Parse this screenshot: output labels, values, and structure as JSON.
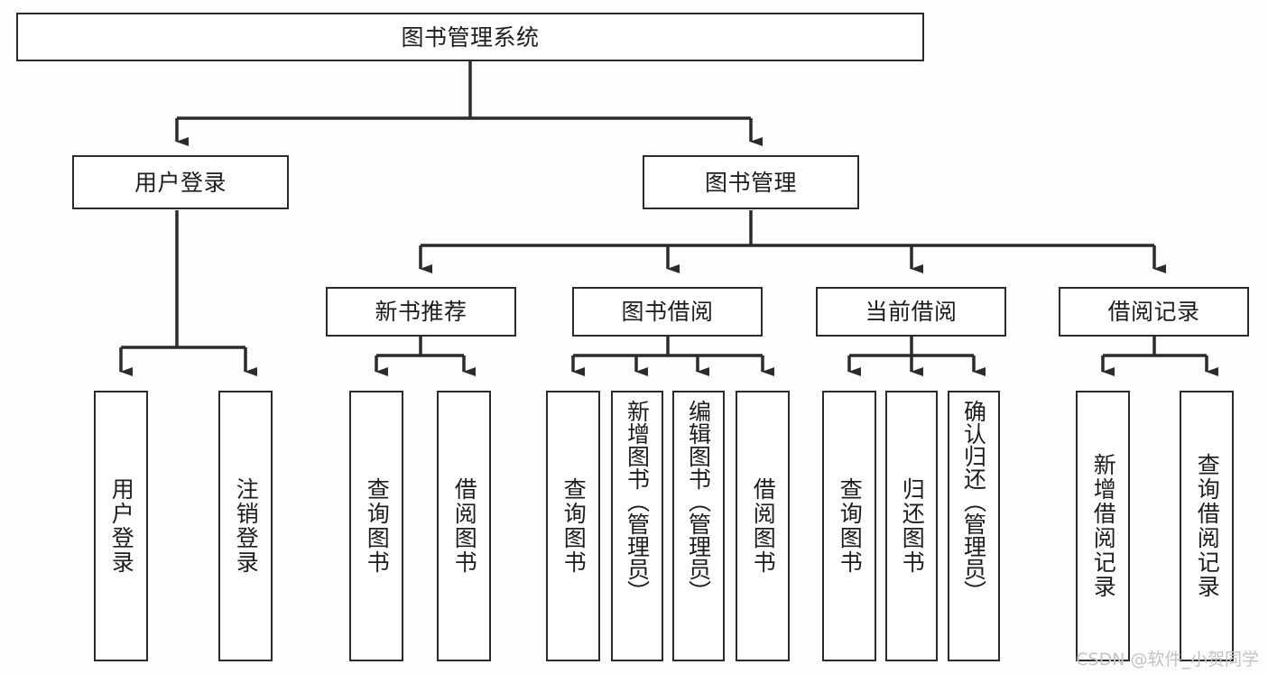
{
  "diagram": {
    "type": "tree",
    "title": "图书管理系统",
    "watermark": "CSDN @软件_小贺同学",
    "colors": {
      "line": "#2b2b2b",
      "box_border": "#2b2b2b",
      "box_fill": "#ffffff",
      "background": "#fdfdfd",
      "text": "#1d1d1d",
      "watermark": "#c3c3c3"
    },
    "root": {
      "label": "图书管理系统"
    },
    "level2": [
      {
        "label": "用户登录"
      },
      {
        "label": "图书管理"
      }
    ],
    "level3": [
      {
        "label": "新书推荐"
      },
      {
        "label": "图书借阅"
      },
      {
        "label": "当前借阅"
      },
      {
        "label": "借阅记录"
      }
    ],
    "leaves": {
      "user_login": [
        {
          "label": "用户登录"
        },
        {
          "label": "注销登录"
        }
      ],
      "new_book": [
        {
          "label": "查询图书"
        },
        {
          "label": "借阅图书"
        }
      ],
      "book_borrow": [
        {
          "label": "查询图书"
        },
        {
          "label": "新增图书（管理员）"
        },
        {
          "label": "编辑图书（管理员）"
        },
        {
          "label": "借阅图书"
        }
      ],
      "current_borrow": [
        {
          "label": "查询图书"
        },
        {
          "label": "归还图书"
        },
        {
          "label": "确认归还（管理员）"
        }
      ],
      "borrow_record": [
        {
          "label": "新增借阅记录"
        },
        {
          "label": "查询借阅记录"
        }
      ]
    }
  }
}
